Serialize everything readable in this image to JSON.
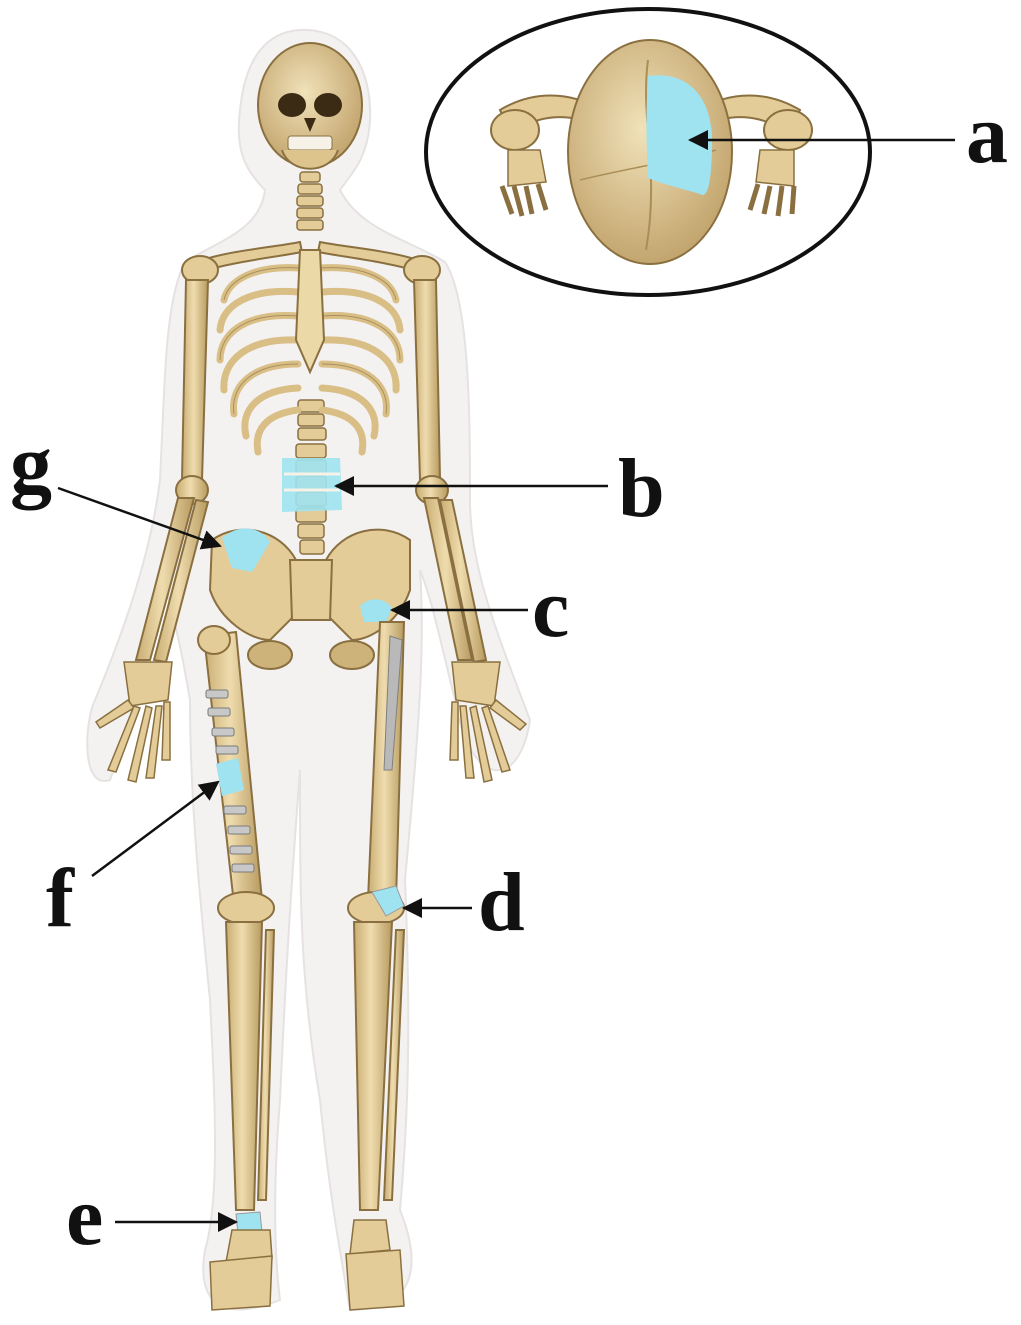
{
  "figure": {
    "labels": [
      {
        "id": "a",
        "text": "a"
      },
      {
        "id": "b",
        "text": "b"
      },
      {
        "id": "c",
        "text": "c"
      },
      {
        "id": "d",
        "text": "d"
      },
      {
        "id": "e",
        "text": "e"
      },
      {
        "id": "f",
        "text": "f"
      },
      {
        "id": "g",
        "text": "g"
      }
    ],
    "colors": {
      "bone": "#e3cc97",
      "bone_shadow": "#b89a5e",
      "bone_outline": "#8a7040",
      "highlight_region": "#9ee3ef",
      "implant": "#b9b9b9",
      "halo": "#f3f1f1",
      "ink": "#111111"
    }
  }
}
